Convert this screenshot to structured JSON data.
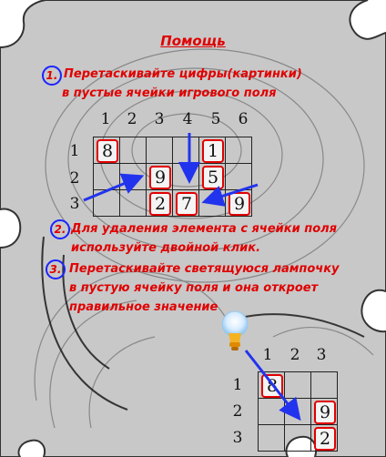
{
  "help": {
    "title": "Помощь",
    "steps": [
      {
        "num": "1.",
        "lines": [
          "Перетаскивайте цифры(картинки)",
          "в пустые  ячейки игрового поля"
        ]
      },
      {
        "num": "2.",
        "lines": [
          "Для удаления элемента с ячейки поля",
          "используйте двойной клик."
        ]
      },
      {
        "num": "3.",
        "lines": [
          "Перетаскивайте светящуюся лампочку",
          "в пустую ячейку поля и она откроет",
          "правильное значение"
        ]
      }
    ]
  },
  "main_grid": {
    "col_labels": [
      "1",
      "2",
      "3",
      "4",
      "5",
      "6"
    ],
    "row_labels": [
      "1",
      "2",
      "3"
    ],
    "cells": [
      [
        "8",
        "",
        "",
        "",
        "1",
        ""
      ],
      [
        "",
        "",
        "9",
        "",
        "5",
        ""
      ],
      [
        "",
        "",
        "2",
        "7",
        "",
        "9"
      ]
    ]
  },
  "hint_grid": {
    "col_labels": [
      "1",
      "2",
      "3"
    ],
    "row_labels": [
      "1",
      "2",
      "3"
    ],
    "cells": [
      [
        "8",
        "",
        ""
      ],
      [
        "",
        "",
        "9"
      ],
      [
        "",
        "",
        "2"
      ]
    ]
  },
  "colors": {
    "accent_red": "#e00000",
    "arrow_blue": "#2233ee",
    "background": "#c8c8c8"
  },
  "icons": [
    "lightbulb-icon",
    "drag-arrow-icon"
  ]
}
